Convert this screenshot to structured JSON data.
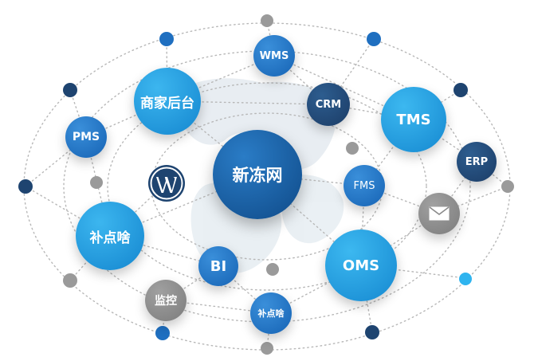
{
  "nodes": {
    "center": "新冻网",
    "merchant": "商家后台",
    "tms": "TMS",
    "oms": "OMS",
    "pms": "PMS",
    "wms": "WMS",
    "crm": "CRM",
    "erp": "ERP",
    "fms": "FMS",
    "bi": "BI",
    "monitor": "监控",
    "bdh_large": "补点啥",
    "bdh_small": "补点啥"
  },
  "icons": {
    "wordpress": "wordpress-logo-icon",
    "mail": "mail-icon"
  },
  "colors": {
    "dark_blue": "#124f8c",
    "mid_blue": "#1a73c4",
    "light_blue": "#1ea0e0",
    "navy": "#1e4470",
    "gray": "#8c8c8c",
    "dot_gray": "#9a9a9a",
    "dot_blue": "#1f6fc0",
    "dot_cyan": "#2fb4ef"
  }
}
